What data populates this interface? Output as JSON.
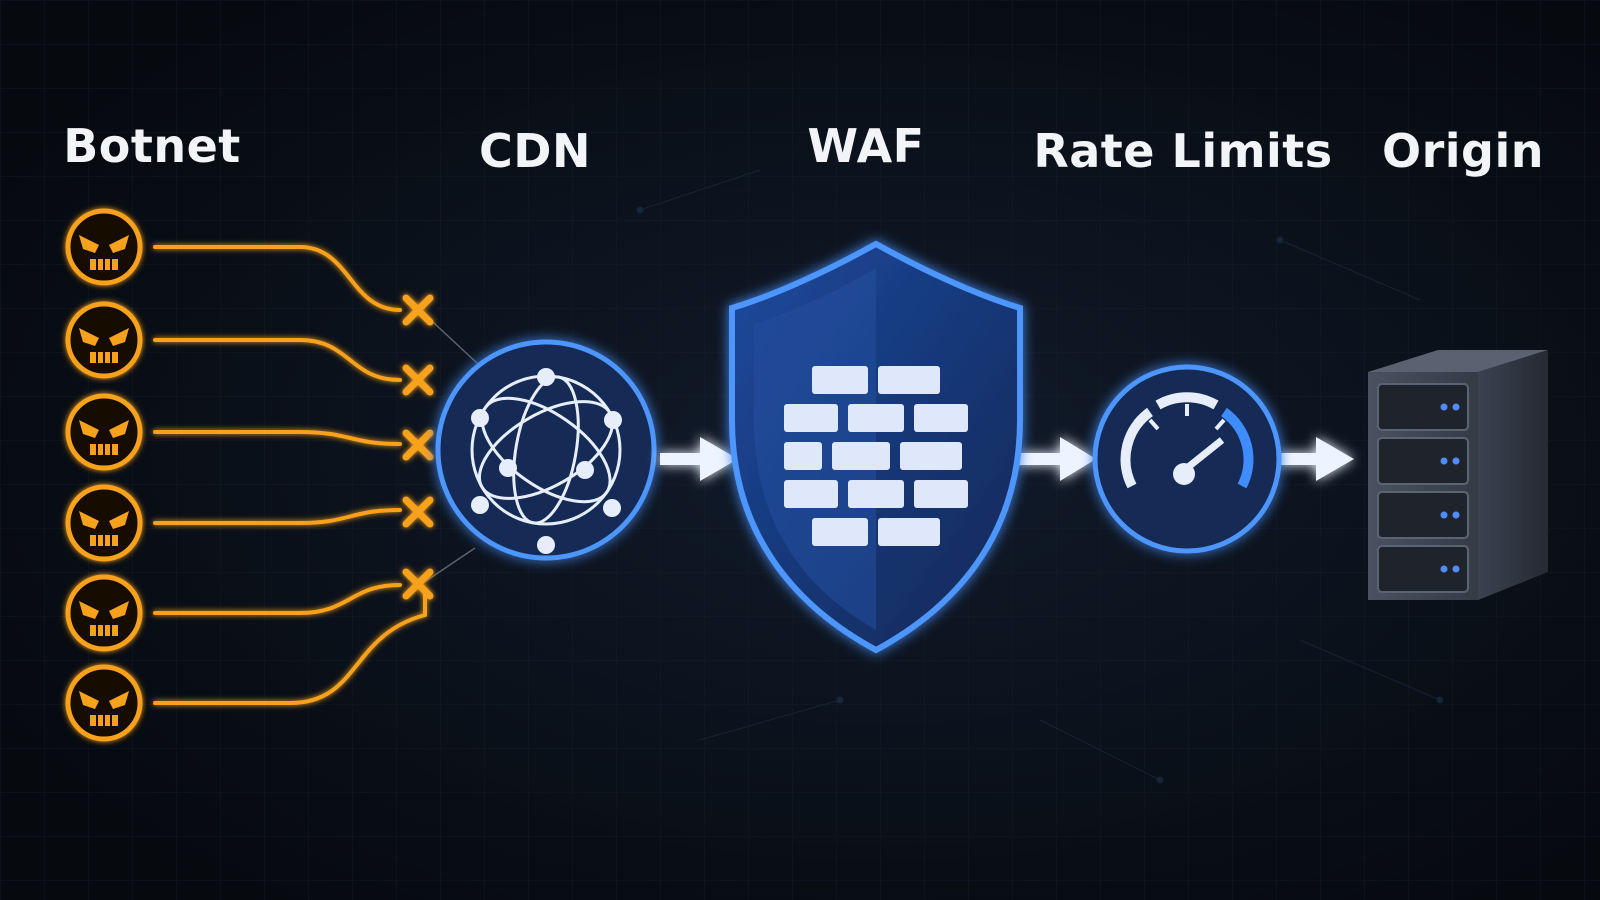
{
  "stages": [
    {
      "id": "botnet",
      "label": "Botnet"
    },
    {
      "id": "cdn",
      "label": "CDN"
    },
    {
      "id": "waf",
      "label": "WAF"
    },
    {
      "id": "rate",
      "label": "Rate Limits"
    },
    {
      "id": "origin",
      "label": "Origin"
    }
  ],
  "bots": [
    {
      "icon": "angry-bot-icon"
    },
    {
      "icon": "angry-bot-icon"
    },
    {
      "icon": "angry-bot-icon"
    },
    {
      "icon": "angry-bot-icon"
    },
    {
      "icon": "angry-bot-icon"
    },
    {
      "icon": "angry-bot-icon"
    }
  ],
  "colors": {
    "background": "#0a0e14",
    "attack": "#f7a11a",
    "defense": "#3f8cff",
    "defense_fill": "#132a57",
    "label": "#f2f4f8"
  }
}
